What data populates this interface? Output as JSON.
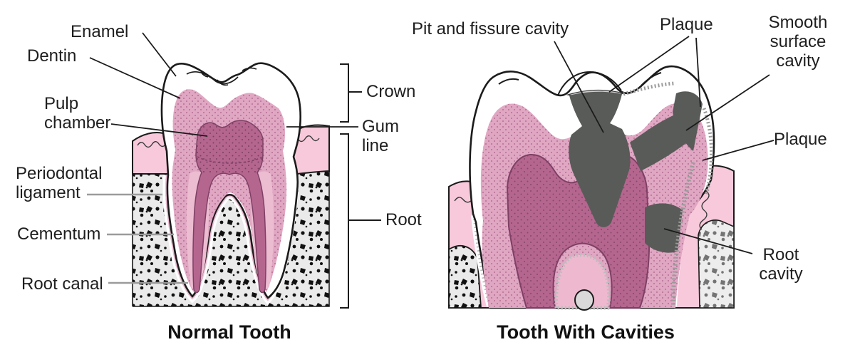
{
  "left_panel": {
    "caption": "Normal Tooth",
    "labels": {
      "enamel": "Enamel",
      "dentin": "Dentin",
      "pulp_chamber": "Pulp chamber",
      "periodontal_ligament": "Periodontal ligament",
      "cementum": "Cementum",
      "root_canal": "Root canal",
      "crown": "Crown",
      "gum_line": "Gum line",
      "root": "Root"
    }
  },
  "right_panel": {
    "caption": "Tooth With Cavities",
    "labels": {
      "pit_and_fissure_cavity": "Pit and fissure cavity",
      "plaque_top": "Plaque",
      "smooth_surface_cavity": "Smooth surface cavity",
      "plaque_side": "Plaque",
      "root_cavity": "Root cavity"
    }
  },
  "colors": {
    "outline": "#1b1b1b",
    "enamel": "#ffffff",
    "dentin": "#e0a7c3",
    "pulp": "#b5668f",
    "inner_canal_pink": "#ecbcd1",
    "gum": "#f7c9da",
    "bone": "#eaeaea",
    "speckle": "#111111",
    "cavity": "#595b58",
    "leader_gray": "#9b9b9b",
    "text": "#1e1e1e"
  }
}
